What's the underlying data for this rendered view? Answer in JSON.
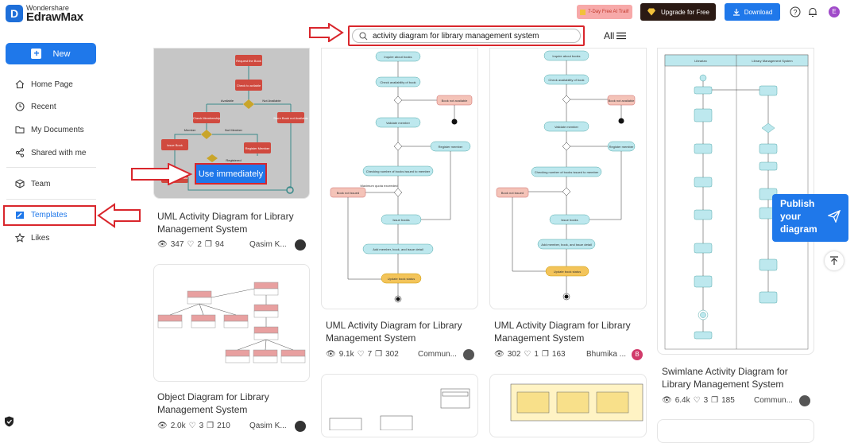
{
  "app": {
    "brand_small": "Wondershare",
    "brand_name": "EdrawMax",
    "logo_glyph": "D"
  },
  "sidebar": {
    "new_label": "New",
    "items": [
      {
        "label": "Home Page",
        "icon": "home-icon"
      },
      {
        "label": "Recent",
        "icon": "clock-icon"
      },
      {
        "label": "My Documents",
        "icon": "folder-icon"
      },
      {
        "label": "Shared with me",
        "icon": "share-icon"
      },
      {
        "label": "Team",
        "icon": "cube-icon"
      },
      {
        "label": "Templates",
        "icon": "templates-icon",
        "active": true
      },
      {
        "label": "Likes",
        "icon": "star-icon"
      }
    ]
  },
  "topbar": {
    "promo_label": "7-Day Free AI Trail!",
    "upgrade_label": "Upgrade for Free",
    "download_label": "Download",
    "avatar_letter": "E"
  },
  "search": {
    "value": "activity diagram for library management system",
    "filter_label": "All"
  },
  "cards": [
    {
      "title": "UML Activity Diagram for Library Management System",
      "views": "347",
      "likes": "2",
      "dupes": "94",
      "author": "Qasim K...",
      "hover_button": "Use immediately"
    },
    {
      "title": "Object Diagram for Library Management System",
      "views": "2.0k",
      "likes": "3",
      "dupes": "210",
      "author": "Qasim K..."
    },
    {
      "title": "UML Activity Diagram for Library Management System",
      "views": "9.1k",
      "likes": "7",
      "dupes": "302",
      "author": "Commun..."
    },
    {
      "title": "UML Activity Diagram for Library Management System",
      "views": "302",
      "likes": "1",
      "dupes": "163",
      "author": "Bhumika ...",
      "avatar_letter": "B"
    },
    {
      "title": "Swimlane Activity Diagram for Library Management System",
      "views": "6.4k",
      "likes": "3",
      "dupes": "185",
      "author": "Commun..."
    }
  ],
  "thumb_text": {
    "request_book": "Request the Book",
    "check_avail": "Check to avilable",
    "available": "Available",
    "not_available": "Not Available",
    "check_membership": "Check Membership",
    "store_book": "Store Book not Available",
    "member": "Member",
    "not_member": "Not Member",
    "issue_book": "Issue Book",
    "register_member": "Register Member",
    "registered": "Registered",
    "update_book": "Update Book Data",
    "inquire": "Inquire about books",
    "check_availability": "Check availability of book",
    "book_not_available": "Book not available",
    "validate_member": "Validate member",
    "register_member2": "Register member",
    "check_number": "Checking number of books issued to member",
    "max_exceeded": "Maximum quota exceeded",
    "book_not_issued": "Book not issued",
    "issue_books": "Issue books",
    "add_member": "Add member, book, and issue detail",
    "update_book_status": "Update book status",
    "librarian": "Librarian",
    "lms": "Library Management System"
  },
  "publish": {
    "line1": "Publish",
    "line2": "your",
    "line3": "diagram"
  },
  "colors": {
    "accent": "#1f78ea",
    "annotation_red": "#d9262c",
    "flow_red": "#d9534f",
    "flow_teal": "#bde8ee",
    "flow_orange": "#f3c45a"
  }
}
